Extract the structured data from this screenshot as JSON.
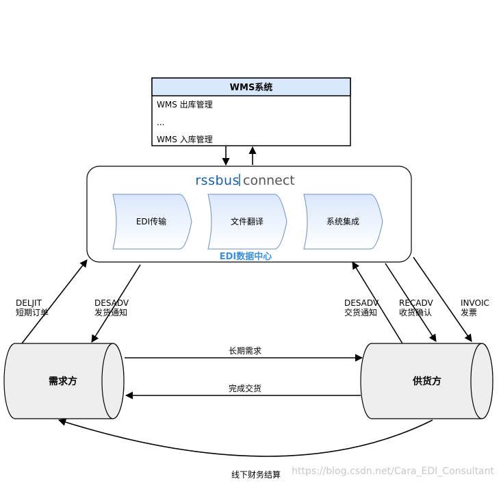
{
  "wms": {
    "title": "WMS系统",
    "items": [
      "WMS 出库管理",
      "...",
      "WMS 入库管理"
    ]
  },
  "hub": {
    "logo_left": "rssbus",
    "logo_right": "connect",
    "caption": "EDI数据中心",
    "steps": [
      "EDI传输",
      "文件翻译",
      "系统集成"
    ]
  },
  "parties": {
    "buyer": "需求方",
    "supplier": "供货方"
  },
  "messages": {
    "deljit": {
      "code": "DELJIT",
      "desc": "短期订单"
    },
    "desadv_left": {
      "code": "DESADV",
      "desc": "发货通知"
    },
    "desadv_right": {
      "code": "DESADV",
      "desc": "交货通知"
    },
    "recadv": {
      "code": "RECADV",
      "desc": "收货确认"
    },
    "invoic": {
      "code": "INVOIC",
      "desc": "发票"
    }
  },
  "flows": {
    "long_term_demand": "长期需求",
    "delivery_done": "完成交货",
    "settlement": "线下财务结算"
  },
  "watermark": "https://blog.csdn.net/Cara_EDI_Consultant",
  "colors": {
    "stroke": "#000000",
    "wms_header_fill": "#dae8fc",
    "step_fill_top": "#dae8fc",
    "step_fill_bottom": "#ffffff",
    "cylinder_fill": "#eeeeee",
    "logo_blue": "#1b5fa3",
    "caption_blue": "#3d8fd8",
    "watermark_grey": "#c8c8c8"
  }
}
